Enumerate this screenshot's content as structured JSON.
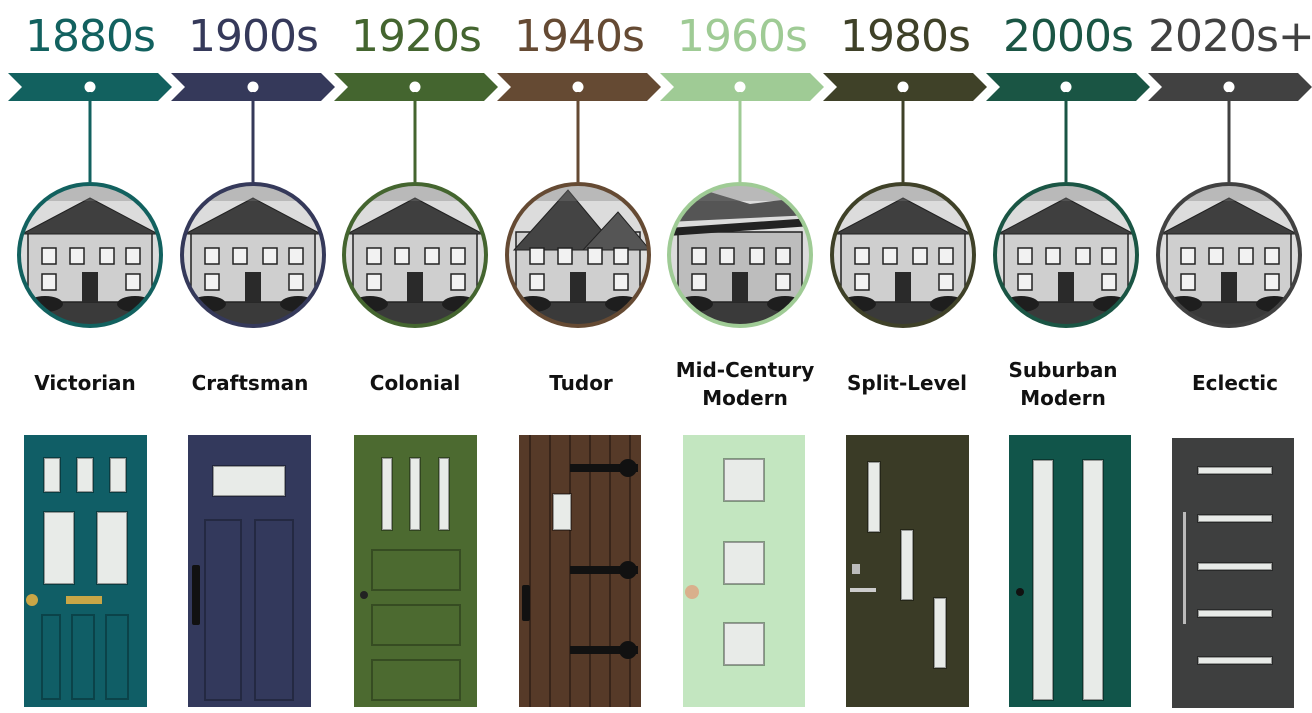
{
  "eras": [
    {
      "decade": "1880s",
      "style": "Victorian",
      "color": "#12615f"
    },
    {
      "decade": "1900s",
      "style": "Craftsman",
      "color": "#35395a"
    },
    {
      "decade": "1920s",
      "style": "Colonial",
      "color": "#44652f"
    },
    {
      "decade": "1940s",
      "style": "Tudor",
      "color": "#654a33"
    },
    {
      "decade": "1960s",
      "style": "Mid-Century Modern",
      "color": "#9fcb95"
    },
    {
      "decade": "1980s",
      "style": "Split-Level",
      "color": "#3f4128"
    },
    {
      "decade": "2000s",
      "style": "Suburban Modern",
      "color": "#1a5544"
    },
    {
      "decade": "2020s+",
      "style": "Eclectic",
      "color": "#414141"
    }
  ],
  "door_colors": [
    "#105e66",
    "#33395c",
    "#4c6a30",
    "#563a28",
    "#c3e6c0",
    "#3a3b26",
    "#11554a",
    "#3e3f3f"
  ],
  "icons": [
    "victorian-house-photo",
    "craftsman-house-photo",
    "colonial-house-photo",
    "tudor-house-photo",
    "mid-century-house-photo",
    "split-level-house-photo",
    "suburban-house-photo",
    "eclectic-house-photo"
  ]
}
